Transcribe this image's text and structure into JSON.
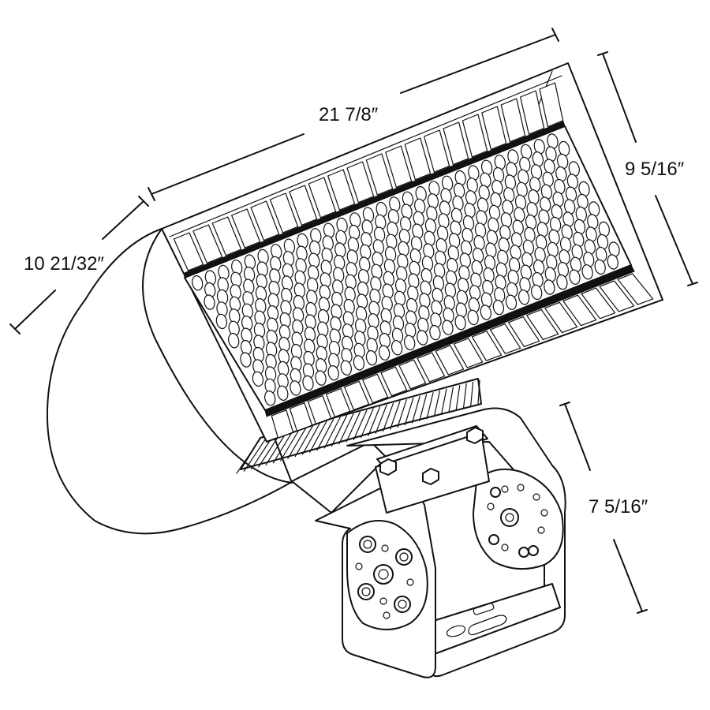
{
  "dimensions": {
    "width": "21 7/8″",
    "height": "9 5/16″",
    "depth": "10 21/32″",
    "mount_height": "7 5/16″"
  },
  "colors": {
    "line": "#111111",
    "background": "#ffffff"
  }
}
